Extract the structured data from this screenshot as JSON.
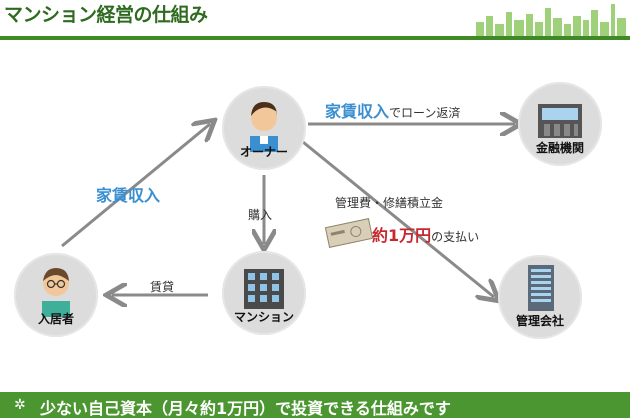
{
  "header": {
    "title": "マンション経営の仕組み"
  },
  "nodes": {
    "owner": "オーナー",
    "bank": "金融機関",
    "tenant": "入居者",
    "mansion": "マンション",
    "management": "管理会社"
  },
  "flows": {
    "rent_income_left": "家賃収入",
    "rent_income_top": "家賃収入",
    "loan_suffix": "でローン返済",
    "purchase": "購入",
    "lease": "賃貸",
    "fees_title": "管理費・修繕積立金",
    "fees_prefix": "約",
    "fees_amount": "1万円",
    "fees_suffix": "の支払い"
  },
  "footer": {
    "text": "少ない自己資本（月々約1万円）で投資できる仕組みです"
  },
  "colors": {
    "accent_green": "#3f8a24",
    "arrow_gray": "#8a8a8a",
    "blue_label": "#3a8fd0",
    "red_label": "#c6282f"
  }
}
